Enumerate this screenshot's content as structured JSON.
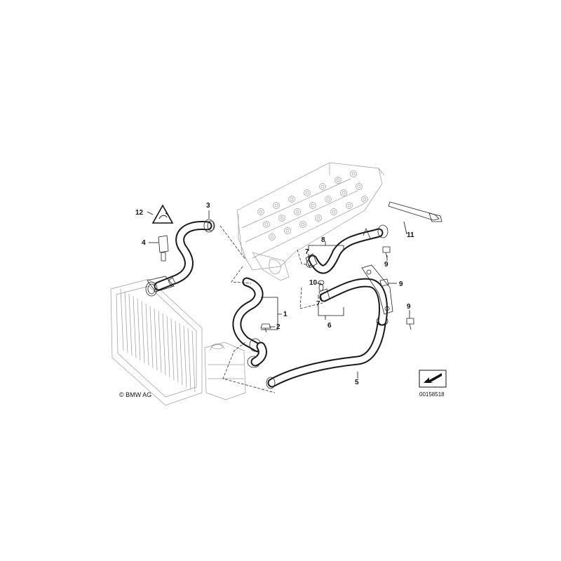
{
  "callouts": {
    "c1": "1",
    "c2": "2",
    "c3": "3",
    "c4": "4",
    "c5": "5",
    "c6": "6",
    "c7a": "7",
    "c7b": "7",
    "c8": "8",
    "c9a": "9",
    "c9b": "9",
    "c9c": "9",
    "c10": "10",
    "c11": "11",
    "c12": "12"
  },
  "copyright": "© BMW AG",
  "diagram_code": "00158518",
  "colors": {
    "ink": "#1a1a1a",
    "faint": "#9a9a9a",
    "background": "#ffffff"
  }
}
